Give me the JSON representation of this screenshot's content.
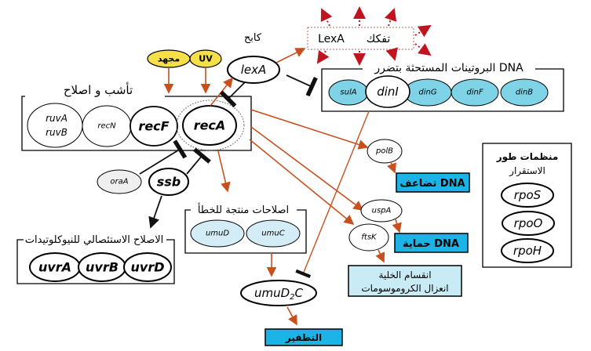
{
  "colors": {
    "arrow": "#c8501e",
    "inhibit": "#111111",
    "stress_signal": "#f5e04a",
    "light_blue": "#7fd3e6",
    "pale_blue": "#d4ecf5",
    "output_blue": "#1cb4e6"
  },
  "inputs": {
    "mutagen": "مجهد",
    "uv": "UV"
  },
  "repressor": {
    "label": "كابح",
    "gene": "lexA"
  },
  "cleavage": {
    "protein": "LexA",
    "label": "تفكك"
  },
  "dna_damage": {
    "title": "البروتينات المستحثة بتضرر DNA",
    "genes": [
      "sulA",
      "dinI",
      "dinG",
      "dinF",
      "dinB"
    ]
  },
  "recombination": {
    "title": "تأشب و اصلاح",
    "genes": [
      "ruvA",
      "ruvB",
      "recN",
      "recF",
      "recA"
    ]
  },
  "modulators": {
    "oraA": "oraA",
    "ssb": "ssb"
  },
  "nucleotide_excision": {
    "title": "الاصلاح الاستئصالي للنيوكلوتيدات",
    "genes": [
      "uvrA",
      "uvrB",
      "uvrD"
    ]
  },
  "error_prone": {
    "title": "اصلاحات منتجة للخطأ",
    "genes": [
      "umuD",
      "umuC"
    ],
    "complex": "umuD",
    "complex_sub": "2",
    "complex_end": "C"
  },
  "outputs": {
    "mutagenesis": "التطفير",
    "replication": "تضاعف DNA",
    "protection": "حماية DNA",
    "division_line1": "انقسام الخلية",
    "division_line2": "انعزال الكروموسومات"
  },
  "other_genes": {
    "polB": "polB",
    "uspA": "uspA",
    "ftsK": "ftsK"
  },
  "regulators": {
    "title_line1": "منظمات طور",
    "title_line2": "الاستقرار",
    "genes": [
      "rpoS",
      "rpoO",
      "rpoH"
    ]
  }
}
